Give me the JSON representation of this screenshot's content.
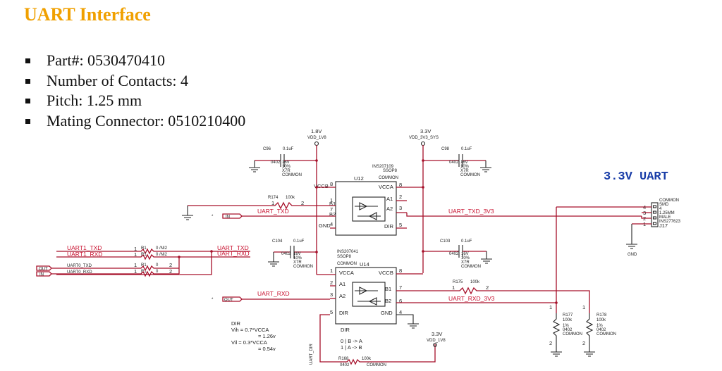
{
  "page": {
    "title": "UART Interface",
    "bullets": [
      "Part#: 0530470410",
      "Number of Contacts: 4",
      "Pitch: 1.25 mm",
      "Mating Connector: 0510210400"
    ],
    "banner": "3.3V UART"
  },
  "schematic": {
    "rails": {
      "v18_value": "1.8V",
      "v18_net": "VDD_1V8",
      "v33_value": "3.3V",
      "v33_net": "VDD_3V3_SYS",
      "v33b_value": "3.3V",
      "v33b_net": "VDD_1V8"
    },
    "caps": {
      "c96": {
        "ref": "C96",
        "val": "0.1uF",
        "pkg": "0402",
        "l1": "16V",
        "l2": "10%",
        "l3": "X7R",
        "l4": "COMMON"
      },
      "c98": {
        "ref": "C98",
        "val": "0.1uF",
        "pkg": "0402",
        "l1": "16V",
        "l2": "10%",
        "l3": "X7R",
        "l4": "COMMON"
      },
      "c104": {
        "ref": "C104",
        "val": "0.1uF",
        "pkg": "0402",
        "l1": "16V",
        "l2": "10%",
        "l3": "X7R",
        "l4": "COMMON"
      },
      "c103": {
        "ref": "C103",
        "val": "0.1uF",
        "pkg": "0402",
        "l1": "16V",
        "l2": "10%",
        "l3": "X7R",
        "l4": "COMMON"
      }
    },
    "u12": {
      "ref": "U12",
      "part": "INS207109",
      "pkg": "SSOP8",
      "common": "COMMON",
      "vccb": "VCCB",
      "vcca": "VCCA",
      "a1": "A1",
      "a2": "A2",
      "b1": "B1",
      "b2": "B2",
      "gnd": "GND",
      "dir": "DIR",
      "p8l": "8",
      "p1l": "1",
      "p7l": "7",
      "p4l": "4",
      "p8r": "8",
      "p2r": "2",
      "p3r": "3",
      "p5r": "5"
    },
    "u14": {
      "ref": "U14",
      "part": "INS207041",
      "pkg": "SSOP8",
      "common": "COMMON",
      "vcca": "VCCA",
      "vccb": "VCCB",
      "a1": "A1",
      "a2": "A2",
      "b1": "B1",
      "b2": "B2",
      "dir": "DIR",
      "gnd": "GND",
      "dir_label": "DIR",
      "p1": "1",
      "p2": "2",
      "p3": "3",
      "p5": "5",
      "p8": "8",
      "p7": "7",
      "p6": "6",
      "p4": "4"
    },
    "r174": {
      "ref": "R174",
      "val": "100k",
      "p1": "1",
      "p2": "2"
    },
    "r175": {
      "ref": "R175",
      "val": "100k",
      "p1": "1",
      "p2": "2"
    },
    "r177": {
      "ref": "R177",
      "val": "100k",
      "l1": "1%",
      "l2": "0402",
      "l3": "COMMON",
      "p1": "1",
      "p2": "2"
    },
    "r178": {
      "ref": "R178",
      "val": "100k",
      "l1": "1%",
      "l2": "0402",
      "l3": "COMMON",
      "p1": "1",
      "p2": "2"
    },
    "r168": {
      "ref": "R168",
      "val": "100k",
      "pkg": "0402",
      "common": "COMMON"
    },
    "rn1": {
      "ref": "R1",
      "val": "0 /NI2",
      "p1": "1",
      "p2": "2"
    },
    "rn2": {
      "ref": "R1",
      "val": "0 /NI2",
      "p1": "1",
      "p2": "2"
    },
    "rn3": {
      "ref": "R1",
      "val": "0",
      "p1": "1",
      "p2": "2"
    },
    "rn4": {
      "ref": "R1",
      "val": "0",
      "p1": "1",
      "p2": "2"
    },
    "nets": {
      "uart1_txd": "UART1_TXD",
      "uart1_rxd": "UART1_RXD",
      "uart_txd_a": "UART_TXD",
      "uart_rxd_a": "UART_RXD",
      "uart_txd": "UART_TXD",
      "uart_rxd": "UART_RXD",
      "uart_txd_3v3": "UART_TXD_3V3",
      "uart_rxd_3v3": "UART_RXD_3V3",
      "uart0_txd": "UART0_TXD",
      "uart0_rxd": "UART0_RXD"
    },
    "ports": {
      "in": "IN",
      "out": "OUT",
      "out2": "OUT",
      "in2": "IN"
    },
    "j17": {
      "ref": "J17",
      "l1": "COMMON",
      "l2": "SMD",
      "l3": "4",
      "l4": "1.25MM",
      "l5": "MALE",
      "l6": "INS277623",
      "p4": "4",
      "p3": "3",
      "p2": "2",
      "p1": "1",
      "gnd": "GND"
    },
    "dir_note": {
      "title": "DIR",
      "l1": "Vih = 0.7*VCCA",
      "l2": "= 1.26v",
      "l3": "Vil = 0.3*VCCA",
      "l4": "= 0.54v"
    },
    "truth": {
      "l1": "0 | B -> A",
      "l2": "1 | A -> B"
    },
    "side_text": "UART_DIR"
  },
  "colors": {
    "title": "#f0a000",
    "banner": "#1a3ea8",
    "wire": "#a6102a",
    "net_label": "#c8102e"
  }
}
